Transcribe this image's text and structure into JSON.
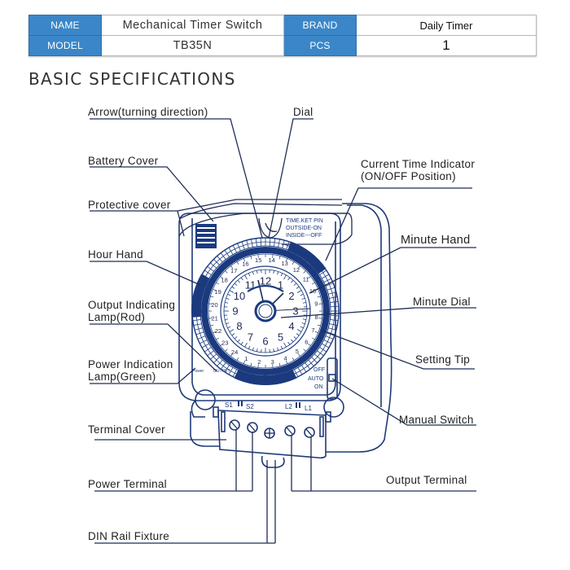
{
  "spec_table": {
    "rows": [
      [
        {
          "key": "NAME"
        },
        {
          "value": "Mechanical Timer Switch"
        },
        {
          "key": "BRAND"
        },
        {
          "value": "Daily Timer"
        }
      ],
      [
        {
          "key": "MODEL"
        },
        {
          "value": "TB35N"
        },
        {
          "key": "PCS"
        },
        {
          "value": "1"
        }
      ]
    ]
  },
  "section_title": "BASIC SPECIFICATIONS",
  "colors": {
    "header_blue": "#3a86c8",
    "diagram_navy": "#1b3a7e",
    "line": "#1f2d56"
  },
  "labels": {
    "arrow": "Arrow(turning direction)",
    "dial": "Dial",
    "battery_cover": "Battery Cover",
    "current_time_line1": "Current Time Indicator",
    "current_time_line2": "(ON/OFF Position)",
    "protective_cover": "Protective cover",
    "minute_hand": "Minute Hand",
    "hour_hand": "Hour Hand",
    "minute_dial": "Minute Dial",
    "output_lamp_line1": "Output Indicating",
    "output_lamp_line2": "Lamp(Rod)",
    "setting_tip": "Setting Tip",
    "power_lamp_line1": "Power Indication",
    "power_lamp_line2": "Lamp(Green)",
    "manual_switch": "Manual Switch",
    "terminal_cover": "Terminal Cover",
    "power_terminal": "Power Terminal",
    "output_terminal": "Output Terminal",
    "din_rail": "DIN Rail Fixture"
  },
  "device": {
    "pin_note": [
      "TIME.KET PIN",
      "OUTSIDE-ON",
      "INSIDE---OFF"
    ],
    "switch_positions": [
      "OFF",
      "AUTO",
      "ON"
    ],
    "power_text": "Power",
    "output_text": "OUTPUT",
    "terminal_left": [
      "S1",
      "S2"
    ],
    "terminal_right": [
      "L2",
      "L1"
    ],
    "hour_numbers": [
      "12",
      "1",
      "2",
      "3",
      "4",
      "5",
      "6",
      "7",
      "8",
      "9",
      "10",
      "11"
    ],
    "ring_numbers": [
      "15",
      "14",
      "13",
      "12",
      "11",
      "10",
      "9",
      "8",
      "7",
      "6",
      "5",
      "4",
      "3",
      "2",
      "1",
      "24",
      "23",
      "22",
      "21",
      "20",
      "19",
      "18",
      "17",
      "16"
    ]
  }
}
